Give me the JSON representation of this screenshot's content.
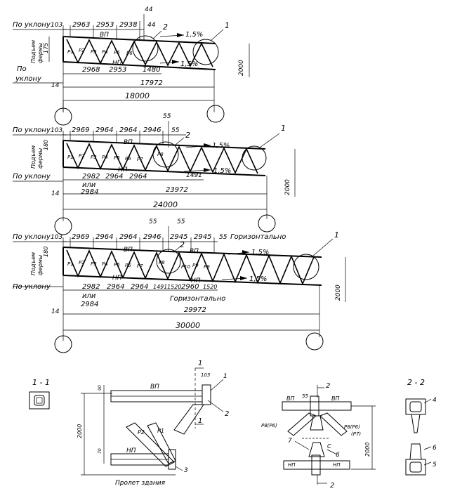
{
  "trusses": [
    {
      "id": "t18",
      "top_segments": [
        "103",
        "2963",
        "2953",
        "2938",
        "44"
      ],
      "top_extra": "44",
      "bottom_segments": [
        "2968",
        "2953",
        "1480"
      ],
      "span_inner": "17972",
      "span_total": "18000",
      "depth": "2000",
      "end_offset": "14",
      "slope": "1,5%",
      "slope_bottom": "1,5%",
      "rise": "175",
      "chord_top": "ВП",
      "chord_bottom": "НП",
      "web_labels": [
        "Р1",
        "Р2",
        "Р3",
        "Р4",
        "Р5",
        "Р6"
      ],
      "callouts": [
        "1",
        "2"
      ],
      "lbl_slope_top": "По уклону",
      "lbl_slope_bottom_1": "По",
      "lbl_slope_bottom_2": "уклону",
      "lbl_rise_1": "Подъем",
      "lbl_rise_2": "фермы"
    },
    {
      "id": "t24",
      "top_segments": [
        "103",
        "2969",
        "2964",
        "2964",
        "2946",
        "55"
      ],
      "top_extra": "55",
      "bottom_segments": [
        "2982",
        "2964",
        "2964",
        "1491"
      ],
      "alt_text": "или",
      "alt_value": "2984",
      "span_inner": "23972",
      "span_total": "24000",
      "depth": "2000",
      "end_offset": "14",
      "slope": "1,5%",
      "slope_bottom": "1,5%",
      "rise": "180",
      "chord_top": "ВП",
      "chord_bottom": "НП",
      "web_labels": [
        "Р1",
        "Р2",
        "Р3",
        "Р4",
        "Р5",
        "Р6",
        "Р7",
        "Р8"
      ],
      "callouts": [
        "1",
        "2"
      ],
      "lbl_slope_top": "По уклону",
      "lbl_slope_bottom": "По уклону",
      "lbl_rise_1": "Подъем",
      "lbl_rise_2": "фермы"
    },
    {
      "id": "t30",
      "top_segments": [
        "103",
        "2969",
        "2964",
        "2964",
        "2946",
        "2945",
        "2945",
        "55"
      ],
      "top_extra": "55",
      "top_extra2": "55",
      "horizontal_top": "Горизонтально",
      "horizontal_bottom": "Горизонтально",
      "bottom_segments": [
        "2982",
        "2964",
        "2964",
        "1491",
        "1520",
        "2960",
        "1520"
      ],
      "alt_text": "или",
      "alt_value": "2984",
      "span_inner": "29972",
      "span_total": "30000",
      "depth": "2000",
      "end_offset": "14",
      "slope": "1,5%",
      "slope_bottom": "1,5%",
      "rise": "180",
      "chord_top": "ВП",
      "chord_top_2": "ВП",
      "chord_bottom": "НП",
      "chord_bottom_2": "НП",
      "web_labels": [
        "Р1",
        "Р2",
        "Р3",
        "Р4",
        "Р5",
        "Р6",
        "Р7",
        "Р8",
        "Р10",
        "Р9",
        "Р9"
      ],
      "callouts": [
        "1",
        "2"
      ],
      "lbl_slope_top": "По уклону",
      "lbl_slope_bottom": "По уклону",
      "lbl_rise_1": "Подъем",
      "lbl_rise_2": "фермы"
    }
  ],
  "details": {
    "section_11": {
      "title": "1 - 1"
    },
    "node_end": {
      "section_mark": "1",
      "top_dim": "103",
      "top_chord": "ВП",
      "bottom_chord": "НП",
      "web_1": "Р2",
      "web_2": "Р1",
      "height": "2000",
      "top_small": "90",
      "bottom_small": "70",
      "callout_1": "1",
      "callout_2": "2",
      "callout_3": "3",
      "caption": "Пролет здания"
    },
    "node_mid": {
      "section_mark": "2",
      "top_dim": "55",
      "chord_left": "ВП",
      "chord_right": "ВП",
      "web_left": "Р8(Р6)",
      "web_right": "Р8(Р6)",
      "web_right_sub": "(Р7)",
      "bottom_left": "НП",
      "bottom_right": "НП",
      "height": "2000",
      "callout_6": "6",
      "callout_7": "7",
      "callout_c": "С"
    },
    "section_22": {
      "title": "2 - 2",
      "callout_4": "4",
      "callout_5": "5",
      "callout_6": "6"
    }
  }
}
